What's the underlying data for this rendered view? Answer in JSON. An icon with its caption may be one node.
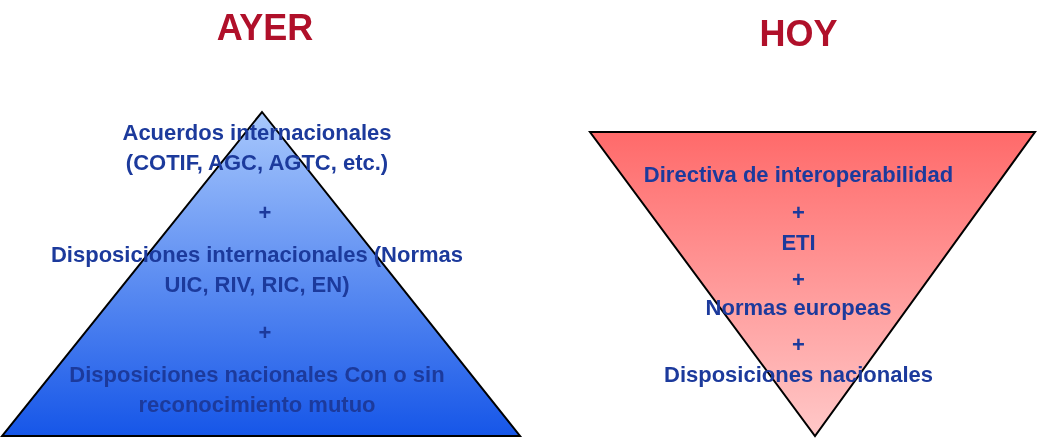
{
  "diagram": {
    "nodes": [
      {
        "text": [
          "AYER",
          "Acuerdos internacionales (COTIF, AGC, AGTC, etc.)",
          "+",
          "Disposiciones internacionales (Normas UIC, RIV, RIC, EN)",
          "+",
          "Disposiciones nacionales Con o sin reconocimiento mutuo"
        ]
      },
      {
        "text": [
          "HOY",
          "Directiva de interoperabilidad",
          "+",
          "ETI",
          "+",
          "Normas europeas",
          "+",
          "Disposiciones nacionales"
        ]
      }
    ]
  }
}
